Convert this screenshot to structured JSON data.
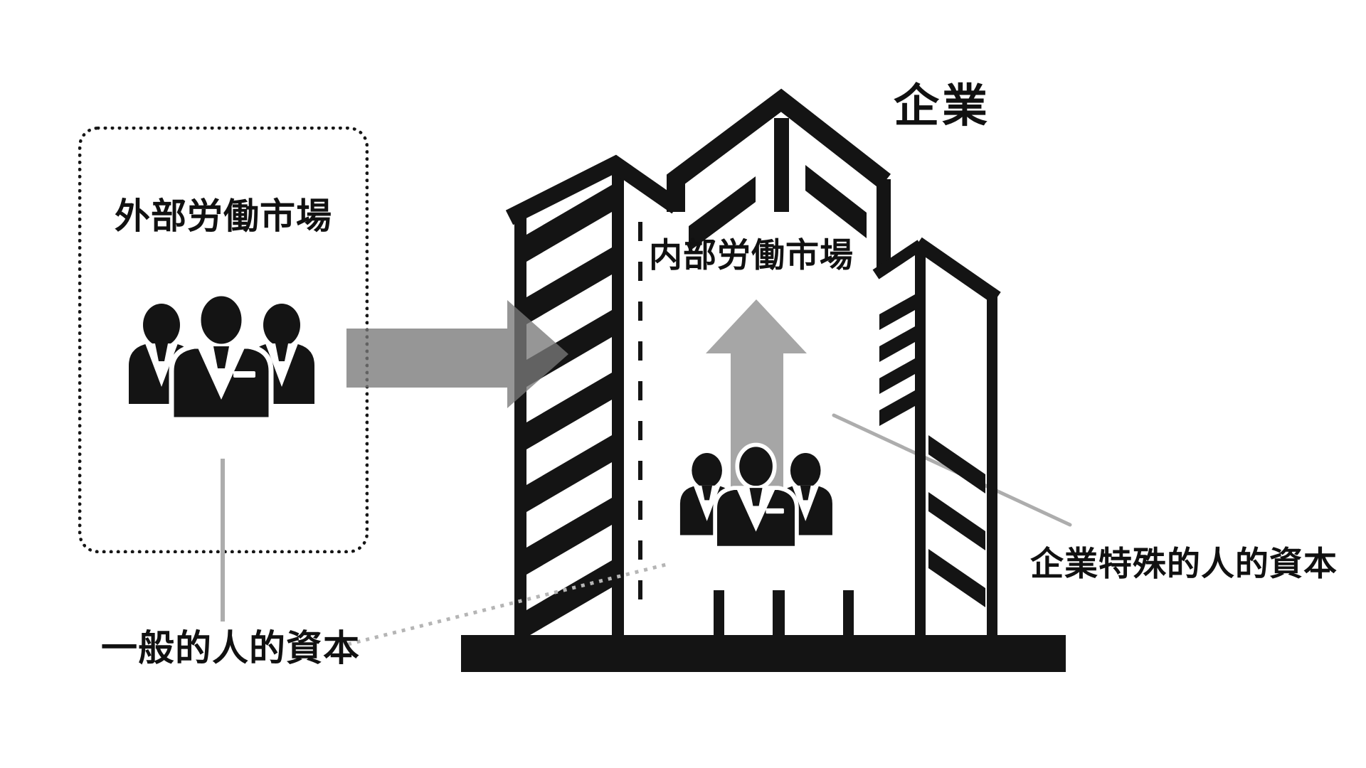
{
  "diagram": {
    "title": "企業",
    "external_market": {
      "label": "外部労働市場"
    },
    "internal_market": {
      "label": "内部労働市場"
    },
    "general_capital": {
      "label": "一般的人的資本"
    },
    "firm_specific_capital": {
      "label": "企業特殊的人的資本"
    },
    "icons": [
      "people-group-icon",
      "building-icon",
      "arrow-right-icon",
      "arrow-up-icon"
    ],
    "colors": {
      "ink": "#141414",
      "arrow_gray": "#a6a6a6",
      "pointer_line_gray": "#adadad",
      "dotted_line_gray": "#b5b5b5",
      "background": "#ffffff"
    }
  }
}
